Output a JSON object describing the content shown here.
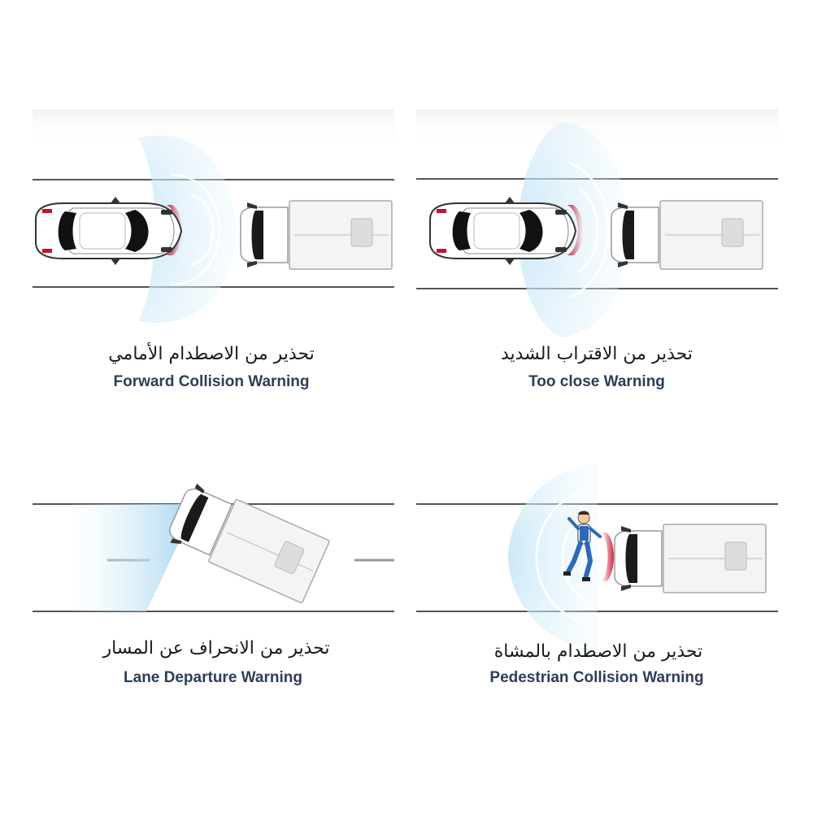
{
  "panels": [
    {
      "key": "forward",
      "title_ar": "تحذير من الاصطدام الأمامي",
      "title_en": "Forward Collision Warning"
    },
    {
      "key": "too_close",
      "title_ar": "تحذير من الاقتراب الشديد",
      "title_en": "Too close Warning"
    },
    {
      "key": "lane",
      "title_ar": "تحذير من الانحراف عن المسار",
      "title_en": "Lane Departure Warning"
    },
    {
      "key": "pedestrian",
      "title_ar": "تحذير من الاصطدام بالمشاة",
      "title_en": "Pedestrian Collision Warning"
    }
  ],
  "icons": [
    "car-icon",
    "truck-icon",
    "pedestrian-icon",
    "radar-wave-icon"
  ],
  "colors": {
    "radar": "#7cc3e8",
    "alert": "#c8102e",
    "caption_en": "#2c3e58",
    "road_line": "#555555"
  }
}
